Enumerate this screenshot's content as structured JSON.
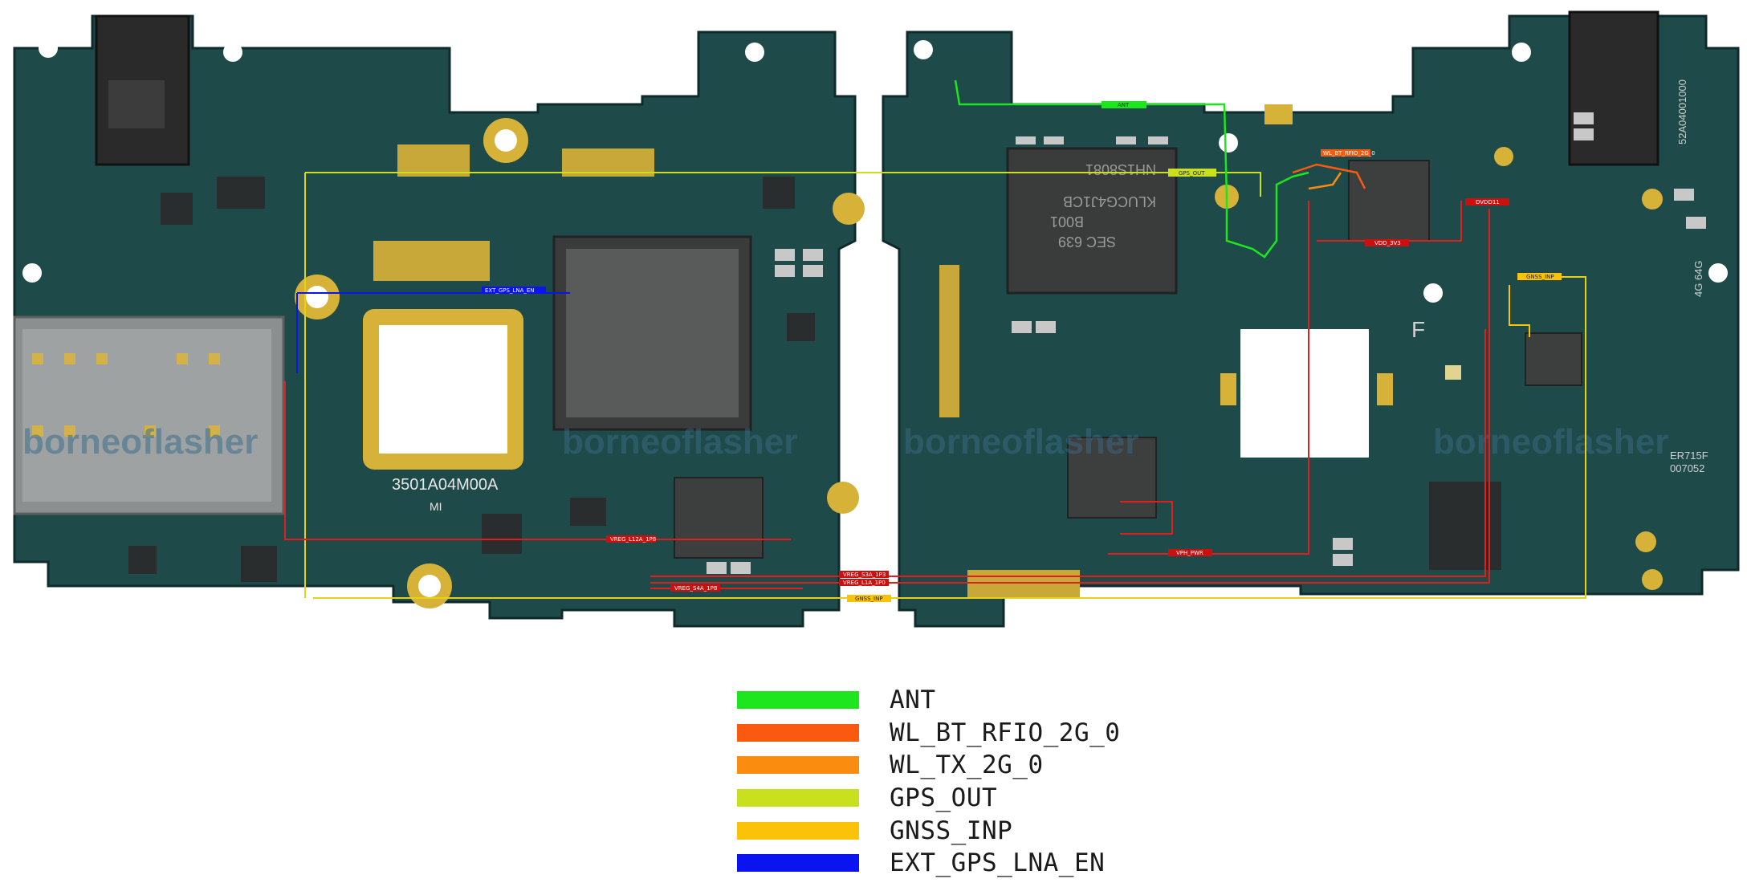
{
  "board": {
    "part_number": "3501A04M00A",
    "brand_mark": "MI",
    "watermark": "borneoflasher",
    "side_code": "52A04001000",
    "chip_label_a": "NH1S8081",
    "chip_label_b": "KLUCG4J1CB",
    "chip_label_c": "SEC 639",
    "chip_label_d": "B001",
    "edge_code_a": "4G 64G",
    "edge_code_b": "ER715F",
    "edge_code_c": "007052",
    "edge_code_d": "F"
  },
  "net_tags": {
    "ant": "ANT",
    "gps_out": "GPS_OUT",
    "wl_bt": "WL_BT_RFIO_2G_0",
    "ext_gps": "EXT_GPS_LNA_EN",
    "vdd_3v3": "VDD_3V3",
    "dvdd11": "DVDD11",
    "gnss_inp": "GNSS_INP",
    "gnss_inp_bottom": "GNSS_INP",
    "vreg_l12a": "VREG_L12A_1P8",
    "vreg_s3a": "VREG_S3A_1P3",
    "vreg_l1a": "VREG_L1A_1P0",
    "vreg_s4a": "VREG_S4A_1P8",
    "vph_pwr": "VPH_PWR"
  },
  "legend": [
    {
      "label": "ANT",
      "color": "#1ee61e"
    },
    {
      "label": "WL_BT_RFIO_2G_0",
      "color": "#fa5a0f"
    },
    {
      "label": "WL_TX_2G_0",
      "color": "#fa8c0f"
    },
    {
      "label": "GPS_OUT",
      "color": "#c8e01e"
    },
    {
      "label": "GNSS_INP",
      "color": "#fac30a"
    },
    {
      "label": "EXT_GPS_LNA_EN",
      "color": "#0a14f0"
    }
  ],
  "colors": {
    "board": "#1f4a4a",
    "board_dark": "#16383a",
    "trace_red": "#e01e1e",
    "trace_yellow": "#e6d214"
  }
}
